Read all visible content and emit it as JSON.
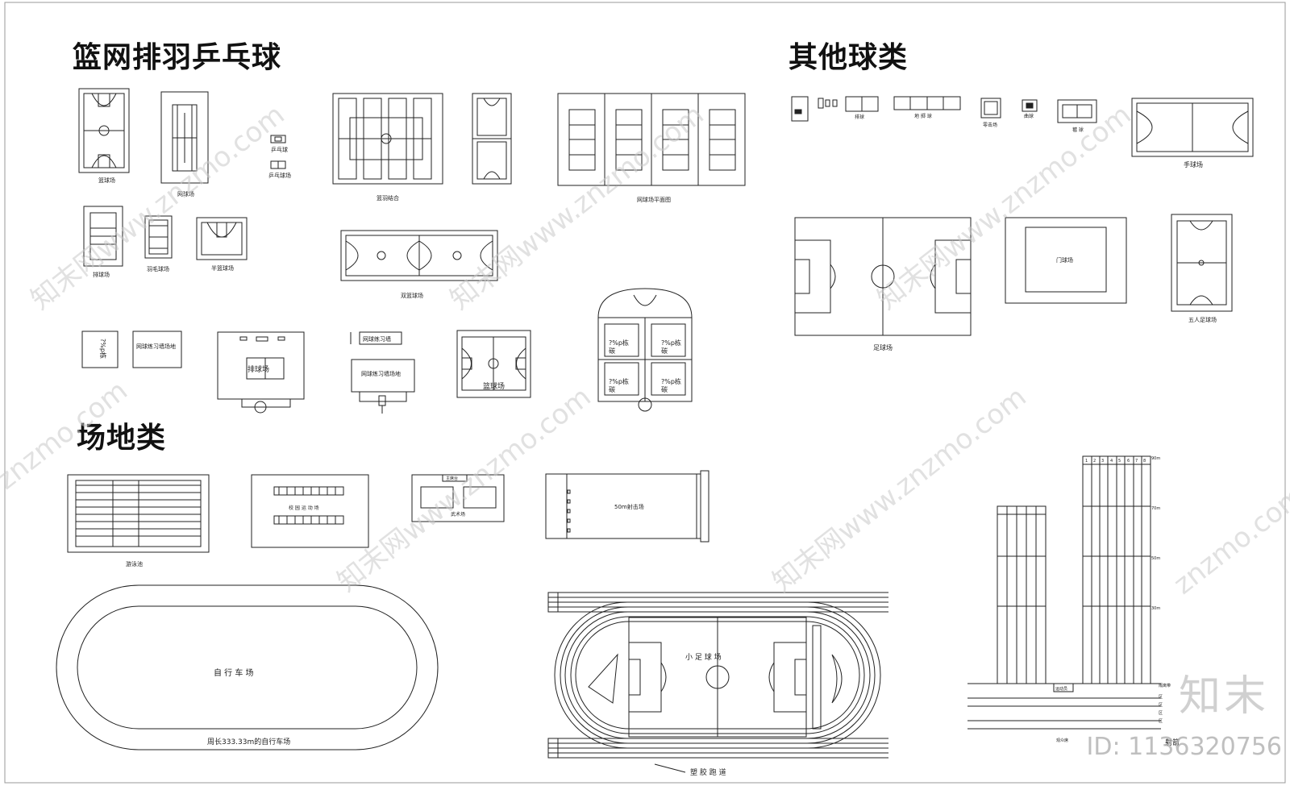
{
  "sections": {
    "ball_sports": "篮网排羽乒乓球",
    "other_ball": "其他球类",
    "venues": "场地类"
  },
  "labels": {
    "basketball": "篮球场",
    "tennis": "网球场",
    "pingpong": "乒乓球",
    "pingpong_court": "乒乓球场",
    "basket_feather": "篮羽结合",
    "tennis_plan": "网球场平面图",
    "volleyball": "排球场",
    "badminton": "羽毛球场",
    "half_basket": "半篮球场",
    "double_basket": "双篮球场",
    "practice_wall_court": "网球练习墙场地",
    "practice_wall": "网球练习墙",
    "practice_wall_court2": "网球练习墙场地",
    "volley_court_label": "排球场",
    "basket_court_label": "篮球场",
    "garbled1": "?%p栋\n碳",
    "volleyball2": "排球",
    "ground_ball": "地 掷 球",
    "zero_ball": "零击场",
    "curling": "曲球",
    "jian_ball": "毽 球",
    "handball": "手球场",
    "football": "足球场",
    "gate_ball": "门球场",
    "five_football": "五人足球场",
    "swimming": "游泳池",
    "campus_venue": "校 园 运 动 场",
    "wushu": "武术场",
    "wushu_top": "主席台",
    "shooting50": "50m射击场",
    "cycling": "自 行 车 场",
    "cycling_caption": "周长333.33m的自行车场",
    "small_football": "小 足 球 场",
    "plastic_track": "塑 胶 跑 道",
    "archery": "射箭",
    "archery_box": "运动员",
    "archery_line": "观众席",
    "archery_dist": [
      "90m",
      "70m",
      "50m",
      "30m"
    ],
    "archery_lanes": [
      "1",
      "2",
      "3",
      "4",
      "5",
      "6",
      "7",
      "8"
    ],
    "archery_zone": "观看区",
    "archery_side": "隔离带",
    "zones": [
      "区",
      "区",
      "区",
      "区"
    ]
  },
  "watermark": {
    "site": "知末网www.znzmo.com",
    "site_short": "znzmo.com",
    "brand": "知末",
    "id": "ID: 1136320756"
  }
}
